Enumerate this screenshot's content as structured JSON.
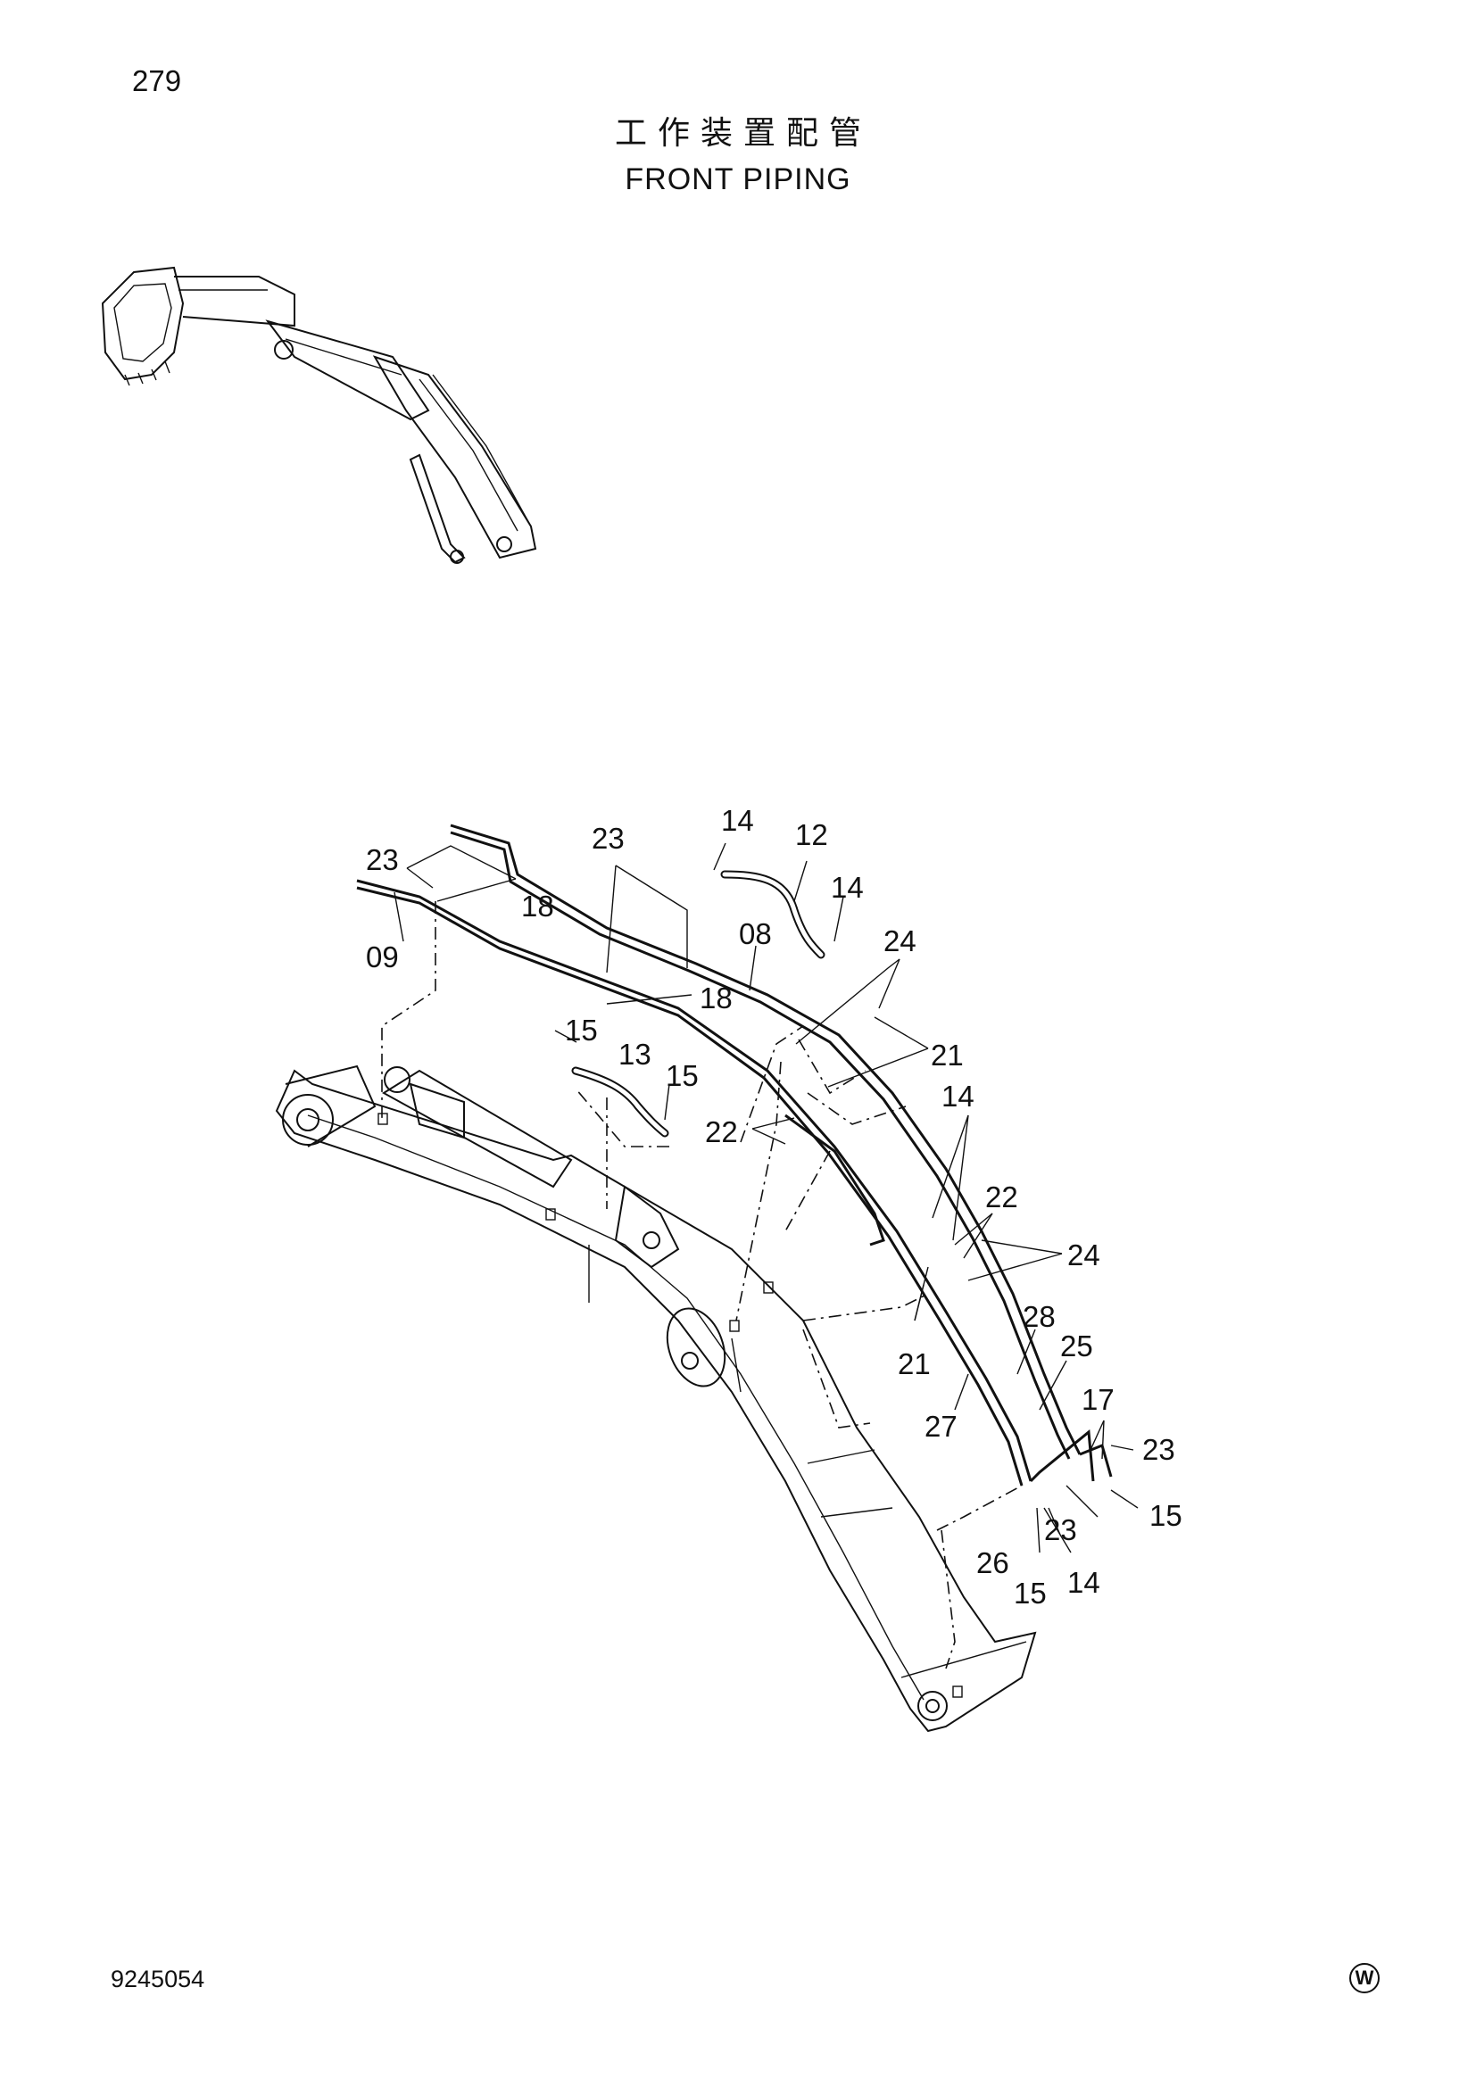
{
  "page_number": "279",
  "title_cn": "工作装置配管",
  "title_en": "FRONT PIPING",
  "doc_number": "9245054",
  "corner_mark": "W",
  "callouts": [
    {
      "id": "c-23a",
      "text": "23"
    },
    {
      "id": "c-18a",
      "text": "18"
    },
    {
      "id": "c-09",
      "text": "09"
    },
    {
      "id": "c-23b",
      "text": "23"
    },
    {
      "id": "c-18b",
      "text": "18"
    },
    {
      "id": "c-14a",
      "text": "14"
    },
    {
      "id": "c-12",
      "text": "12"
    },
    {
      "id": "c-14b",
      "text": "14"
    },
    {
      "id": "c-08",
      "text": "08"
    },
    {
      "id": "c-24a",
      "text": "24"
    },
    {
      "id": "c-21a",
      "text": "21"
    },
    {
      "id": "c-15a",
      "text": "15"
    },
    {
      "id": "c-13",
      "text": "13"
    },
    {
      "id": "c-15b",
      "text": "15"
    },
    {
      "id": "c-22a",
      "text": "22"
    },
    {
      "id": "c-14c",
      "text": "14"
    },
    {
      "id": "c-22b",
      "text": "22"
    },
    {
      "id": "c-24b",
      "text": "24"
    },
    {
      "id": "c-21b",
      "text": "21"
    },
    {
      "id": "c-28",
      "text": "28"
    },
    {
      "id": "c-25",
      "text": "25"
    },
    {
      "id": "c-27",
      "text": "27"
    },
    {
      "id": "c-17",
      "text": "17"
    },
    {
      "id": "c-23c",
      "text": "23"
    },
    {
      "id": "c-15c",
      "text": "15"
    },
    {
      "id": "c-23d",
      "text": "23"
    },
    {
      "id": "c-26",
      "text": "26"
    },
    {
      "id": "c-15d",
      "text": "15"
    },
    {
      "id": "c-14d",
      "text": "14"
    }
  ]
}
